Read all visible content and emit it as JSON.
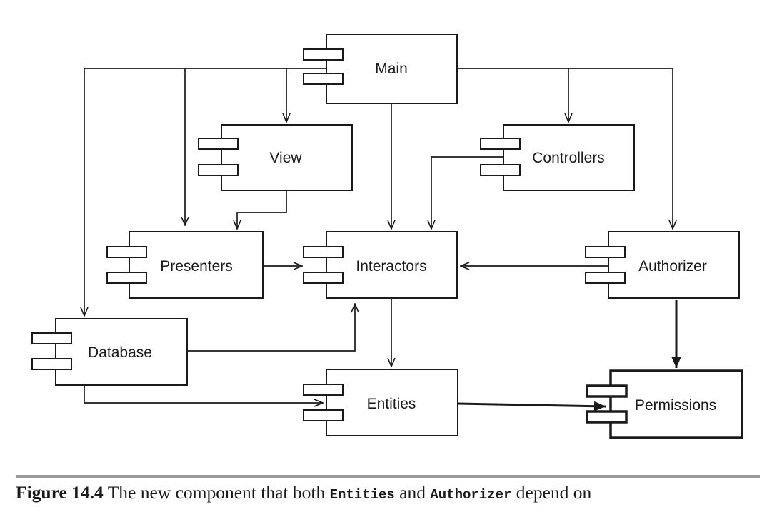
{
  "components": {
    "main": "Main",
    "view": "View",
    "controllers": "Controllers",
    "presenters": "Presenters",
    "interactors": "Interactors",
    "authorizer": "Authorizer",
    "database": "Database",
    "entities": "Entities",
    "permissions": "Permissions"
  },
  "caption": {
    "figure_number": "Figure 14.4",
    "text_before": " The new component that both ",
    "code_entities": "Entities",
    "text_and": " and ",
    "code_authorizer": "Authorizer",
    "text_after": " depend on"
  }
}
